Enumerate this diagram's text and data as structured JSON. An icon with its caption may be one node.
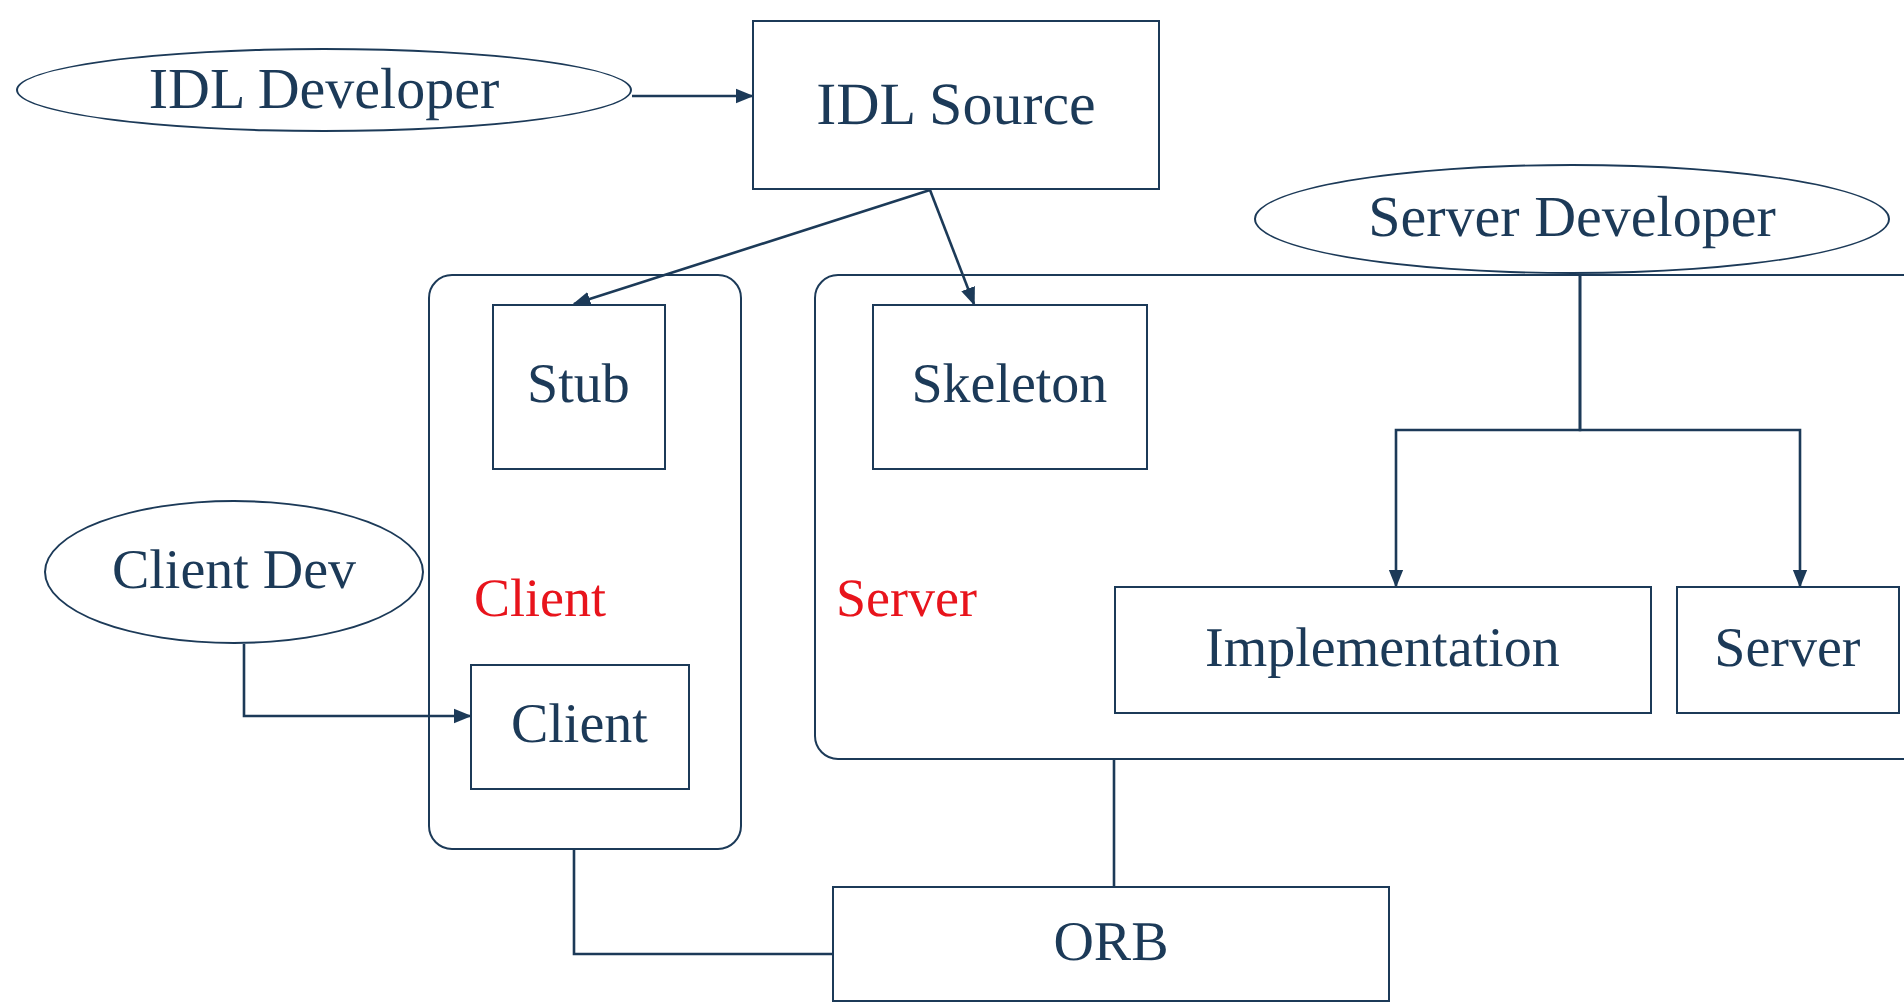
{
  "diagram": {
    "nodes": [
      {
        "text": [
          "IDL Developer"
        ]
      },
      {
        "text": [
          "IDL Source"
        ]
      },
      {
        "text": [
          "Server Developer"
        ]
      },
      {
        "text": [
          "Client"
        ]
      },
      {
        "text": [
          "Stub"
        ],
        "in": 3
      },
      {
        "text": [
          "Client"
        ],
        "in": 3
      },
      {
        "text": [
          "Server"
        ]
      },
      {
        "text": [
          "Skeleton"
        ],
        "in": 6
      },
      {
        "text": [
          "Implementation"
        ],
        "in": 6
      },
      {
        "text": [
          "Server"
        ],
        "in": 6
      },
      {
        "text": [
          "Client Dev"
        ]
      },
      {
        "text": [
          "ORB"
        ]
      }
    ],
    "edges": [
      {
        "from": 0,
        "to": 1,
        "arrow": "to"
      },
      {
        "from": 1,
        "to": 4,
        "arrow": "to"
      },
      {
        "from": 1,
        "to": 7,
        "arrow": "to"
      },
      {
        "from": 2,
        "to": 8,
        "arrow": "to"
      },
      {
        "from": 2,
        "to": 9,
        "arrow": "to"
      },
      {
        "from": 10,
        "to": 5,
        "arrow": "to"
      },
      {
        "from": 3,
        "to": 11,
        "arrow": "none"
      },
      {
        "from": 6,
        "to": 11,
        "arrow": "none"
      }
    ]
  }
}
